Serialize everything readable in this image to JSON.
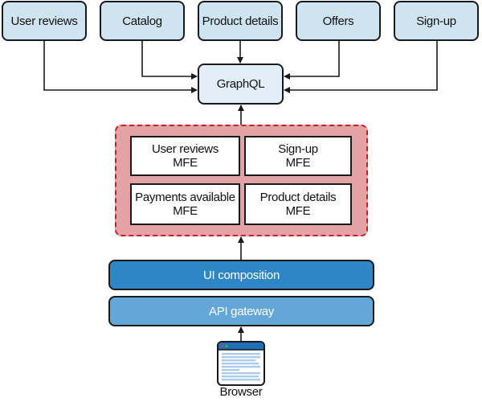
{
  "services": [
    {
      "label": "User reviews"
    },
    {
      "label": "Catalog"
    },
    {
      "label": "Product details"
    },
    {
      "label": "Offers"
    },
    {
      "label": "Sign-up"
    }
  ],
  "graphql": {
    "label": "GraphQL"
  },
  "mfe_group": {
    "items": [
      {
        "name": "User reviews",
        "suffix": "MFE"
      },
      {
        "name": "Sign-up",
        "suffix": "MFE"
      },
      {
        "name": "Payments available",
        "suffix": "MFE"
      },
      {
        "name": "Product details",
        "suffix": "MFE"
      }
    ]
  },
  "ui_composition": {
    "label": "UI composition"
  },
  "api_gateway": {
    "label": "API gateway"
  },
  "browser": {
    "label": "Browser"
  },
  "colors": {
    "service_fill": "#cfe4f1",
    "graphql_fill": "#e2eff8",
    "mfe_group_fill": "#e3a3a6",
    "mfe_group_border": "#c8202a",
    "ui_composition_fill": "#2f86c7",
    "api_gateway_fill": "#62a7d8",
    "browser_titlebar": "#1f6fb8"
  }
}
